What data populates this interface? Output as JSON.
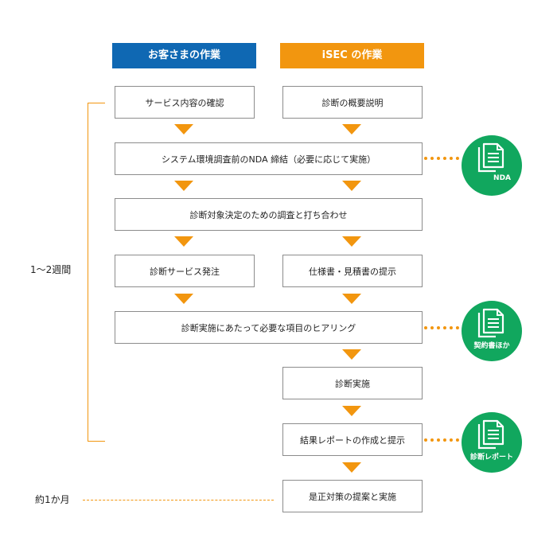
{
  "headers": {
    "customer": "お客さまの作業",
    "isec": "iSEC の作業"
  },
  "steps": {
    "confirm": "サービス内容の確認",
    "overview": "診断の概要説明",
    "nda": "システム環境調査前のNDA 締結（必要に応じて実施）",
    "survey": "診断対象決定のための調査と打ち合わせ",
    "order": "診断サービス発注",
    "spec": "仕様書・見積書の提示",
    "hearing": "診断実施にあたって必要な項目のヒアリング",
    "execute": "診断実施",
    "report": "結果レポートの作成と提示",
    "remedy": "是正対策の提案と実施"
  },
  "documents": [
    {
      "label": "NDA",
      "icon": "document-icon"
    },
    {
      "label": "契約書ほか",
      "icon": "document-icon"
    },
    {
      "label": "診断レポート",
      "icon": "document-icon"
    }
  ],
  "durations": {
    "weeks": "1〜2週間",
    "month": "約1か月"
  },
  "colors": {
    "customer": "#0f68b3",
    "isec": "#f2960f",
    "document": "#11a75e",
    "arrow": "#f2960f"
  }
}
